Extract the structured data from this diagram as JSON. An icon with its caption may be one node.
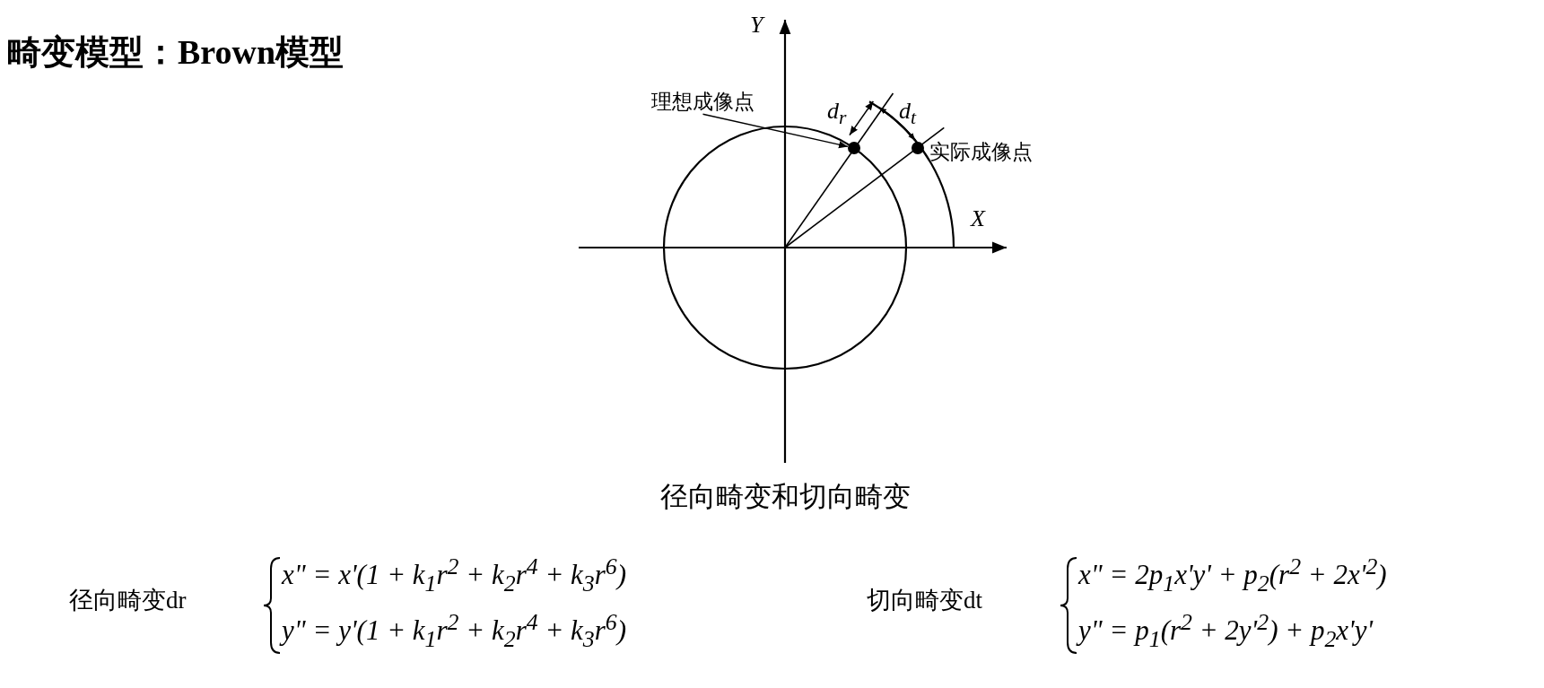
{
  "diagram": {
    "title": "畸变模型：Brown模型",
    "caption": "径向畸变和切向畸变",
    "nodes": [
      {
        "text": [
          "理想成像点"
        ]
      },
      {
        "text": [],
        "shape": "circle"
      }
    ],
    "edges": [
      {
        "from": 0,
        "to": 1,
        "arrow": "to"
      }
    ],
    "labels": [
      "Y",
      "X",
      "d$_{r}$",
      "d$_{t}$",
      "实际成像点",
      "径向畸变dr",
      "x\" = x'(1 + k$_{1}$r$^{2}$ + k$_{2}$r$^{4}$ + k$_{3}$r$^{6}$)",
      "y\" = y'(1 + k$_{1}$r$^{2}$ + k$_{2}$r$^{4}$ + k$_{3}$r$^{6}$)",
      "切向畸变dt",
      "x\" = 2p$_{1}$x'y' + p$_{2}$(r$^{2}$ + 2x'$^{2}$)",
      "y\" = p$_{1}$(r$^{2}$ + 2y'$^{2}$) + p$_{2}$x'y'"
    ]
  }
}
